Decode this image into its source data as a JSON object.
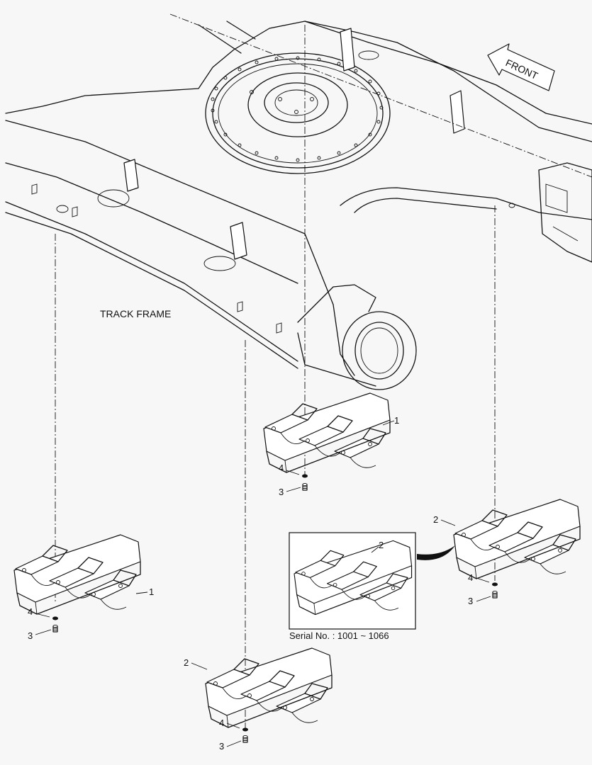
{
  "diagram": {
    "direction_label": "FRONT",
    "assembly_label": "TRACK FRAME",
    "inset_caption": "Serial No. : 1001 ~ 1066",
    "callouts": {
      "guard_a_part": "1",
      "guard_a_washer": "4",
      "guard_a_bolt": "3",
      "guard_b_part": "1",
      "guard_b_washer": "4",
      "guard_b_bolt": "3",
      "guard_c_part": "2",
      "guard_c_washer": "4",
      "guard_c_bolt": "3",
      "guard_d_part": "2",
      "guard_d_washer": "4",
      "guard_d_bolt": "3",
      "inset_part": "2"
    }
  },
  "colors": {
    "line": "#111111",
    "background": "#f7f7f7"
  }
}
